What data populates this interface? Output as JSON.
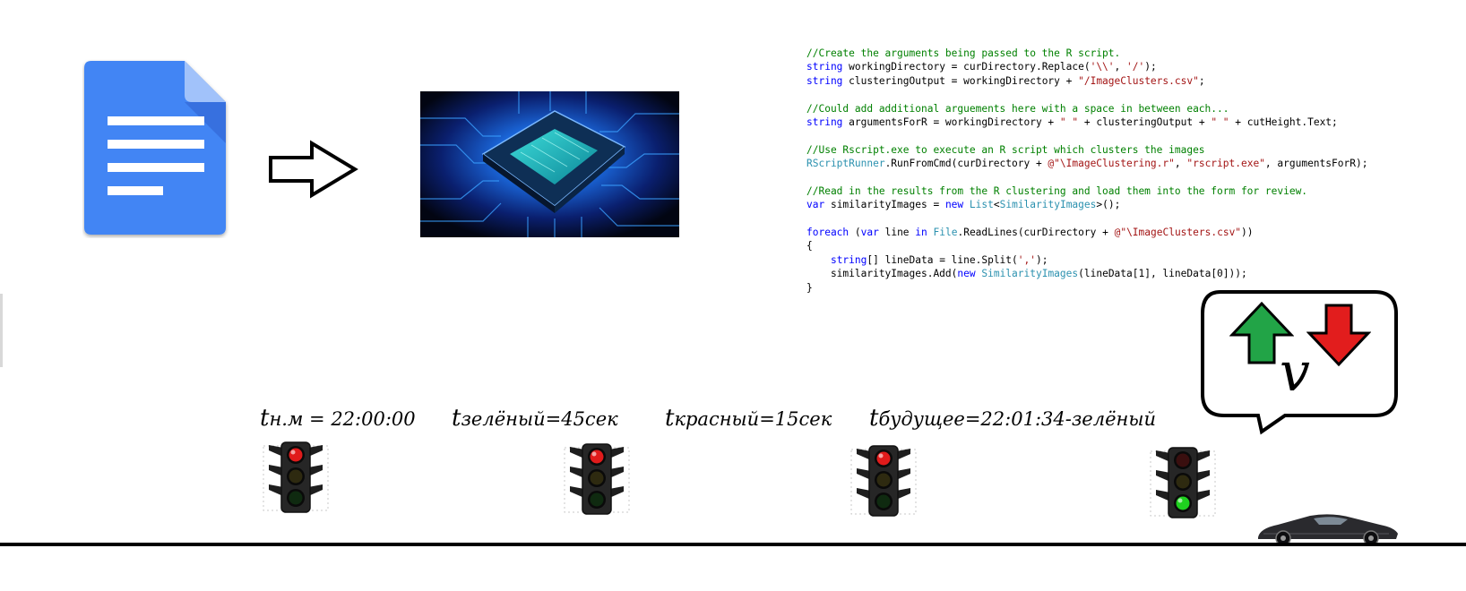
{
  "code": [
    [
      {
        "c": "comment",
        "t": "//Create the arguments being passed to the R script."
      }
    ],
    [
      {
        "c": "keyword",
        "t": "string"
      },
      {
        "c": "plain",
        "t": " workingDirectory = curDirectory.Replace("
      },
      {
        "c": "string",
        "t": "'\\\\'"
      },
      {
        "c": "plain",
        "t": ", "
      },
      {
        "c": "string",
        "t": "'/'"
      },
      {
        "c": "plain",
        "t": ");"
      }
    ],
    [
      {
        "c": "keyword",
        "t": "string"
      },
      {
        "c": "plain",
        "t": " clusteringOutput = workingDirectory + "
      },
      {
        "c": "string",
        "t": "\"/ImageClusters.csv\""
      },
      {
        "c": "plain",
        "t": ";"
      }
    ],
    [],
    [
      {
        "c": "comment",
        "t": "//Could add additional arguements here with a space in between each..."
      }
    ],
    [
      {
        "c": "keyword",
        "t": "string"
      },
      {
        "c": "plain",
        "t": " argumentsForR = workingDirectory + "
      },
      {
        "c": "string",
        "t": "\" \""
      },
      {
        "c": "plain",
        "t": " + clusteringOutput + "
      },
      {
        "c": "string",
        "t": "\" \""
      },
      {
        "c": "plain",
        "t": " + cutHeight.Text;"
      }
    ],
    [],
    [
      {
        "c": "comment",
        "t": "//Use Rscript.exe to execute an R script which clusters the images"
      }
    ],
    [
      {
        "c": "type",
        "t": "RScriptRunner"
      },
      {
        "c": "plain",
        "t": ".RunFromCmd(curDirectory + "
      },
      {
        "c": "string",
        "t": "@\"\\ImageClustering.r\""
      },
      {
        "c": "plain",
        "t": ", "
      },
      {
        "c": "string",
        "t": "\"rscript.exe\""
      },
      {
        "c": "plain",
        "t": ", argumentsForR);"
      }
    ],
    [],
    [
      {
        "c": "comment",
        "t": "//Read in the results from the R clustering and load them into the form for review."
      }
    ],
    [
      {
        "c": "keyword",
        "t": "var"
      },
      {
        "c": "plain",
        "t": " similarityImages = "
      },
      {
        "c": "keyword",
        "t": "new"
      },
      {
        "c": "plain",
        "t": " "
      },
      {
        "c": "type",
        "t": "List"
      },
      {
        "c": "plain",
        "t": "<"
      },
      {
        "c": "type",
        "t": "SimilarityImages"
      },
      {
        "c": "plain",
        "t": ">();"
      }
    ],
    [],
    [
      {
        "c": "keyword",
        "t": "foreach"
      },
      {
        "c": "plain",
        "t": " ("
      },
      {
        "c": "keyword",
        "t": "var"
      },
      {
        "c": "plain",
        "t": " line "
      },
      {
        "c": "keyword",
        "t": "in"
      },
      {
        "c": "plain",
        "t": " "
      },
      {
        "c": "type",
        "t": "File"
      },
      {
        "c": "plain",
        "t": ".ReadLines(curDirectory + "
      },
      {
        "c": "string",
        "t": "@\"\\ImageClusters.csv\""
      },
      {
        "c": "plain",
        "t": "))"
      }
    ],
    [
      {
        "c": "plain",
        "t": "{"
      }
    ],
    [
      {
        "c": "plain",
        "t": "    "
      },
      {
        "c": "keyword",
        "t": "string"
      },
      {
        "c": "plain",
        "t": "[] lineData = line.Split("
      },
      {
        "c": "string",
        "t": "','"
      },
      {
        "c": "plain",
        "t": ");"
      }
    ],
    [
      {
        "c": "plain",
        "t": "    similarityImages.Add("
      },
      {
        "c": "keyword",
        "t": "new"
      },
      {
        "c": "plain",
        "t": " "
      },
      {
        "c": "type",
        "t": "SimilarityImages"
      },
      {
        "c": "plain",
        "t": "(lineData[1], lineData[0]));"
      }
    ],
    [
      {
        "c": "plain",
        "t": "}"
      }
    ]
  ],
  "labels": {
    "current_time": {
      "t": "t",
      "sub": "н.м",
      "rest": " = 22:00:00"
    },
    "green_duration": {
      "t": "t",
      "sub": "зелёный",
      "rest": "=45сек"
    },
    "red_duration": {
      "t": "t",
      "sub": "красный",
      "rest": "=15сек"
    },
    "future_state": {
      "t": "t",
      "sub": "будущее",
      "rest": "=22:01:34-зелёный"
    }
  },
  "speech_bubble": {
    "symbol": "v"
  },
  "traffic_lights": [
    {
      "state": "red"
    },
    {
      "state": "red"
    },
    {
      "state": "red"
    },
    {
      "state": "green"
    }
  ],
  "colors": {
    "doc_blue": "#4285f4",
    "code_comment": "#008000",
    "code_keyword": "#0000ff",
    "code_string": "#a31515",
    "code_type": "#2b91af",
    "arrow_up": "#22a447",
    "arrow_down": "#e21d1d"
  }
}
